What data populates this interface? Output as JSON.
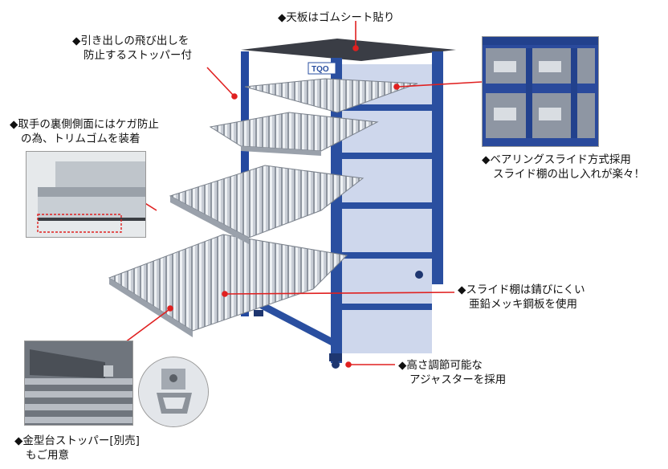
{
  "callouts": {
    "top_board": {
      "line1": "◆天板はゴムシート貼り"
    },
    "stopper": {
      "line1": "◆引き出しの飛び出しを",
      "line2": "防止するストッパー付"
    },
    "handle_trim": {
      "line1": "◆取手の裏側側面にはケガ防止",
      "line2": "の為、トリムゴムを装着"
    },
    "bearing_slide": {
      "line1": "◆ベアリングスライド方式採用",
      "line2": "スライド棚の出し入れが楽々！"
    },
    "galvanized": {
      "line1": "◆スライド棚は錆びにくい",
      "line2": "亜鉛メッキ鋼板を使用"
    },
    "adjuster": {
      "line1": "◆高さ調節可能な",
      "line2": "アジャスターを採用"
    },
    "mold_stopper": {
      "line1": "◆金型台ストッパー[別売]",
      "line2": "もご用意"
    }
  },
  "logo": {
    "text": "TQO"
  },
  "colors": {
    "frame_blue": "#2a4fa0",
    "leader_red": "#e02020",
    "shelf_gray": "#b9bec6"
  }
}
